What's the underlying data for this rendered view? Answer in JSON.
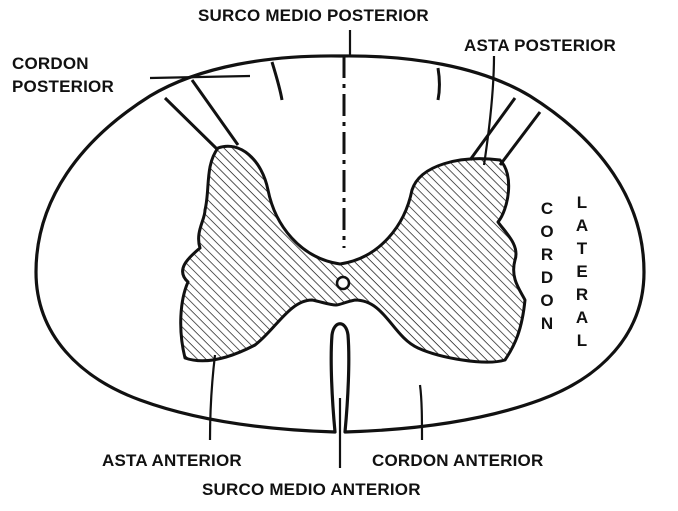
{
  "labels": {
    "surco_medio_posterior": "SURCO MEDIO POSTERIOR",
    "cordon_posterior_line1": "CORDON",
    "cordon_posterior_line2": "POSTERIOR",
    "asta_posterior": "ASTA POSTERIOR",
    "cordon_lateral_word1": "CORDON",
    "cordon_lateral_word2": "LATERAL",
    "asta_anterior": "ASTA ANTERIOR",
    "cordon_anterior": "CORDON ANTERIOR",
    "surco_medio_anterior": "SURCO MEDIO ANTERIOR"
  },
  "colors": {
    "ink": "#111111",
    "background": "#ffffff"
  }
}
